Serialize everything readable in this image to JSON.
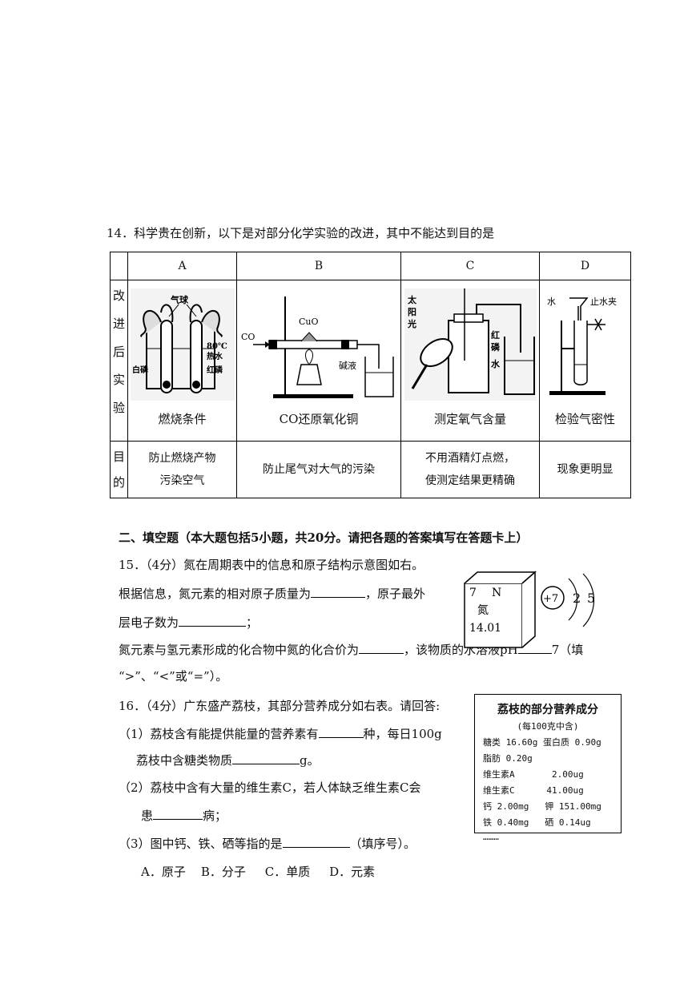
{
  "q14": {
    "stem": "14．科学贵在创新，以下是对部分化学实验的改进，其中不能达到目的是",
    "headers": [
      "A",
      "B",
      "C",
      "D"
    ],
    "row_label_improved": [
      "改",
      "进",
      "后",
      "实",
      "验"
    ],
    "row_label_purpose": [
      "目",
      "的"
    ],
    "captions": [
      "燃烧条件",
      "CO还原氧化铜",
      "测定氧气含量",
      "检验气密性"
    ],
    "purposes": [
      [
        "防止燃烧产物",
        "污染空气"
      ],
      [
        "防止尾气对大气的污染"
      ],
      [
        "不用酒精灯点燃，",
        "使测定结果更精确"
      ],
      [
        "现象更明显"
      ]
    ],
    "fig_a": {
      "balloon": "气球",
      "temp": "80℃",
      "hot_water": "热水",
      "white_p": "白磷",
      "red_p": "红磷"
    },
    "fig_b": {
      "co": "CO",
      "cuo": "CuO",
      "alkali": "碱液"
    },
    "fig_c": {
      "sun1": "太",
      "sun2": "阳",
      "sun3": "光",
      "red1": "红",
      "red2": "磷",
      "water": "水"
    },
    "fig_d": {
      "water": "水",
      "clamp": "止水夹"
    }
  },
  "sec2": {
    "title": "二、填空题（本大题包括5小题，共20分。请把各题的答案填写在答题卡上）"
  },
  "q15": {
    "line1": "15．（4分）氮在周期表中的信息和原子结构示意图如右。",
    "line2a": "根据信息，氮元素的相对原子质量为",
    "line2b": "，原子最外",
    "line3a": "层电子数为",
    "line3b": "；",
    "line4a": "氮元素与氢元素形成的化合物中氮的化合价为",
    "line4b": "，该物质的水溶液pH",
    "line4c": "7（填",
    "line5": "“>”、“<”或“=”）。",
    "cell": {
      "number": "7",
      "symbol": "N",
      "name": "氮",
      "mass": "14.01"
    },
    "atom": {
      "nucleus": "+7",
      "shell1": "2",
      "shell2": "5"
    }
  },
  "q16": {
    "line1": "16．（4分）广东盛产荔枝，其部分营养成分如右表。请回答:",
    "p1a": "（1）荔枝含有能提供能量的营养素有",
    "p1b": "种，每日100g",
    "p1c": "荔枝中含糖类物质",
    "p1d": "g。",
    "p2a": "（2）荔枝中含有大量的维生素C，若人体缺乏维生素C会",
    "p2b": "患",
    "p2c": "病；",
    "p3a": "（3）图中钙、铁、硒等指的是",
    "p3b": "（填序号）。",
    "options": "A．原子    B．分子     C．单质     D．元素",
    "table": {
      "title": "荔枝的部分营养成分",
      "subtitle": "(每100克中含)",
      "rows": [
        "糖类 16.60g 蛋白质 0.90g",
        "脂肪 0.20g",
        "维生素A       2.00ug",
        "维生素C      41.00ug",
        "钙 2.00mg   钾 151.00mg",
        "铁 0.40mg   硒 0.14ug",
        "………"
      ]
    }
  }
}
